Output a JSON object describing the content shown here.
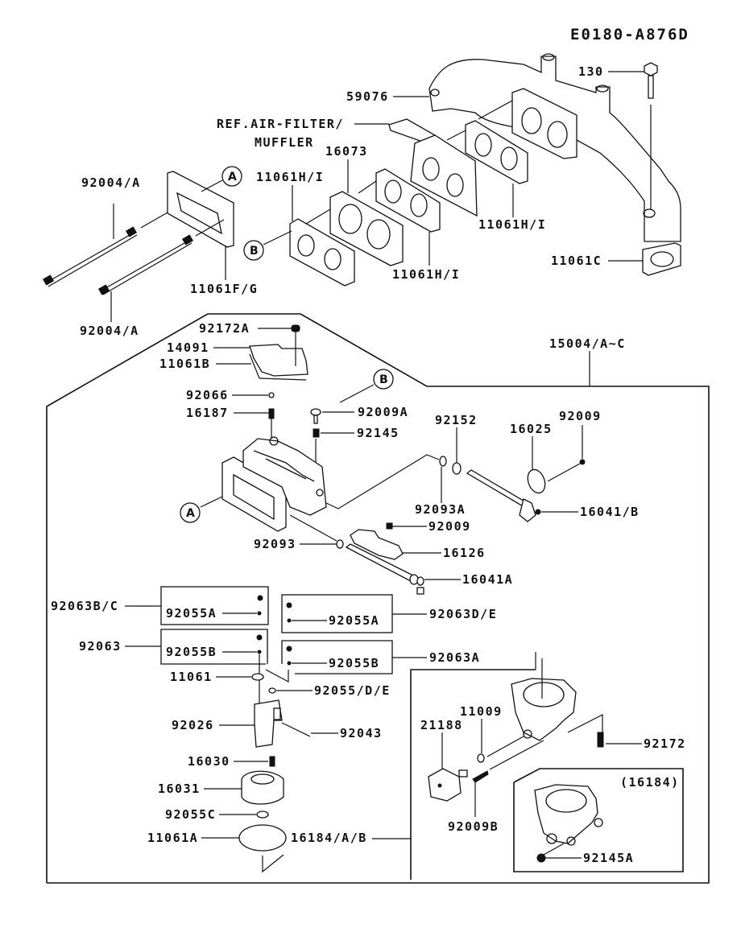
{
  "diagram": {
    "id": "E0180-A876D",
    "ref_note_line1": "REF.AIR-FILTER/",
    "ref_note_line2": "MUFFLER",
    "callouts": {
      "a": "A",
      "b": "B"
    },
    "subassembly_label": "(16184)",
    "parts": {
      "p130": "130",
      "p59076": "59076",
      "p16073": "16073",
      "p11061HI_top": "11061H/I",
      "p11061HI_mid": "11061H/I",
      "p11061HI_low": "11061H/I",
      "p11061C": "11061C",
      "p92004A_top": "92004/A",
      "p92004A_bot": "92004/A",
      "p11061FG": "11061F/G",
      "p92172A": "92172A",
      "p14091": "14091",
      "p11061B": "11061B",
      "p15004": "15004/A~C",
      "p92066": "92066",
      "p16187": "16187",
      "p92009A": "92009A",
      "p92145": "92145",
      "p92152": "92152",
      "p16025": "16025",
      "p92009_r": "92009",
      "p92093A": "92093A",
      "p16041B": "16041/B",
      "p92009_m": "92009",
      "p92093": "92093",
      "p16126": "16126",
      "p16041A": "16041A",
      "p92063BC": "92063B/C",
      "p92055A_l": "92055A",
      "p92055A_r": "92055A",
      "p92063DE": "92063D/E",
      "p92063": "92063",
      "p92055B_l": "92055B",
      "p92055B_r": "92055B",
      "p92063A": "92063A",
      "p11061": "11061",
      "p92055DE": "92055/D/E",
      "p92026": "92026",
      "p92043": "92043",
      "p16030": "16030",
      "p16031": "16031",
      "p92055C": "92055C",
      "p11061A": "11061A",
      "p16184AB": "16184/A/B",
      "p11009": "11009",
      "p21188": "21188",
      "p92172": "92172",
      "p92009B": "92009B",
      "p92145A": "92145A"
    }
  }
}
